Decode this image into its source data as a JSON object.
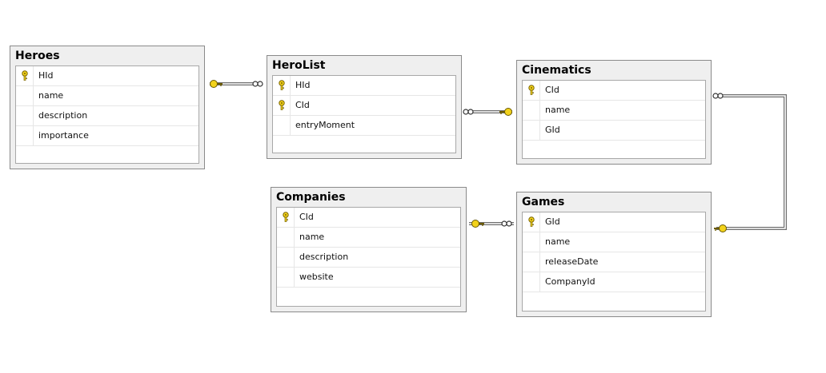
{
  "diagram": {
    "tables": [
      {
        "id": "heroes",
        "title": "Heroes",
        "columns": [
          {
            "name": "HId",
            "pk": true
          },
          {
            "name": "name",
            "pk": false
          },
          {
            "name": "description",
            "pk": false
          },
          {
            "name": "importance",
            "pk": false
          }
        ]
      },
      {
        "id": "herolist",
        "title": "HeroList",
        "columns": [
          {
            "name": "HId",
            "pk": true
          },
          {
            "name": "CId",
            "pk": true
          },
          {
            "name": "entryMoment",
            "pk": false
          }
        ]
      },
      {
        "id": "cinematics",
        "title": "Cinematics",
        "columns": [
          {
            "name": "CId",
            "pk": true
          },
          {
            "name": "name",
            "pk": false
          },
          {
            "name": "GId",
            "pk": false
          }
        ]
      },
      {
        "id": "companies",
        "title": "Companies",
        "columns": [
          {
            "name": "CId",
            "pk": true
          },
          {
            "name": "name",
            "pk": false
          },
          {
            "name": "description",
            "pk": false
          },
          {
            "name": "website",
            "pk": false
          }
        ]
      },
      {
        "id": "games",
        "title": "Games",
        "columns": [
          {
            "name": "GId",
            "pk": true
          },
          {
            "name": "name",
            "pk": false
          },
          {
            "name": "releaseDate",
            "pk": false
          },
          {
            "name": "CompanyId",
            "pk": false
          }
        ]
      }
    ],
    "relationships": [
      {
        "one": "heroes",
        "many": "herolist"
      },
      {
        "one": "cinematics",
        "many": "herolist"
      },
      {
        "one": "games",
        "many": "cinematics"
      },
      {
        "one": "companies",
        "many": "games"
      }
    ],
    "colors": {
      "key_icon": "#f2d21b",
      "connector": "#6e6e6e",
      "header_bg": "#efefef",
      "border": "#8a8a8a"
    }
  }
}
